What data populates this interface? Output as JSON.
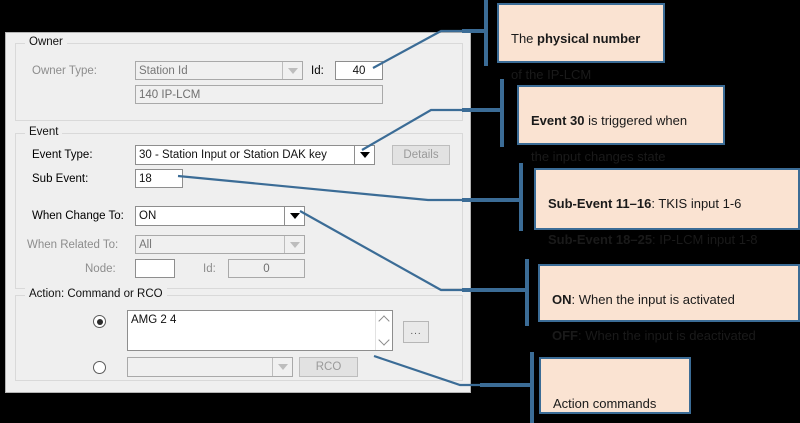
{
  "colors": {
    "callout_fill": "#fae3d2",
    "callout_border": "#3b6c96",
    "leader_line": "#3b6c96",
    "dialog_face": "#efefef"
  },
  "dialog": {
    "owner_group": {
      "title": "Owner",
      "owner_type_label": "Owner Type:",
      "owner_type_value": "Station Id",
      "id_label": "Id:",
      "id_value": "40",
      "name_value": "140 IP-LCM"
    },
    "event_group": {
      "title": "Event",
      "event_type_label": "Event Type:",
      "event_type_value": "30 - Station Input or Station DAK key",
      "details_button": "Details",
      "sub_event_label": "Sub Event:",
      "sub_event_value": "18",
      "when_change_to_label": "When Change To:",
      "when_change_to_value": "ON",
      "when_related_to_label": "When Related To:",
      "when_related_to_value": "All",
      "node_label": "Node:",
      "node_value": "",
      "id_label": "Id:",
      "id_value": "0"
    },
    "action_group": {
      "title": "Action: Command or RCO",
      "command_radio_selected": true,
      "command_value": "AMG 2 4",
      "browse_button": "...",
      "rco_radio_selected": false,
      "rco_combo_value": "",
      "rco_button": "RCO",
      "scroll_up_icon": "chevron-up-icon",
      "scroll_down_icon": "chevron-down-icon"
    }
  },
  "callouts": [
    {
      "id": "physical-number",
      "line1_pre": "The ",
      "line1_bold": "physical number",
      "line2": "of the IP-LCM"
    },
    {
      "id": "event-30",
      "line1_bold": "Event 30",
      "line1_post": " is triggered when",
      "line2": "the input changes state"
    },
    {
      "id": "sub-event-ranges",
      "line1_bold": "Sub-Event 11–16",
      "line1_post": ": TKIS input 1-6",
      "line2_bold": "Sub-Event 18–25",
      "line2_post": ": IP-LCM input 1-8"
    },
    {
      "id": "on-off-meaning",
      "line1_bold": "ON",
      "line1_post": ": When the input is activated",
      "line2_bold": "OFF",
      "line2_post": ": When the input is deactivated"
    },
    {
      "id": "action-commands",
      "line1": "Action commands"
    }
  ]
}
